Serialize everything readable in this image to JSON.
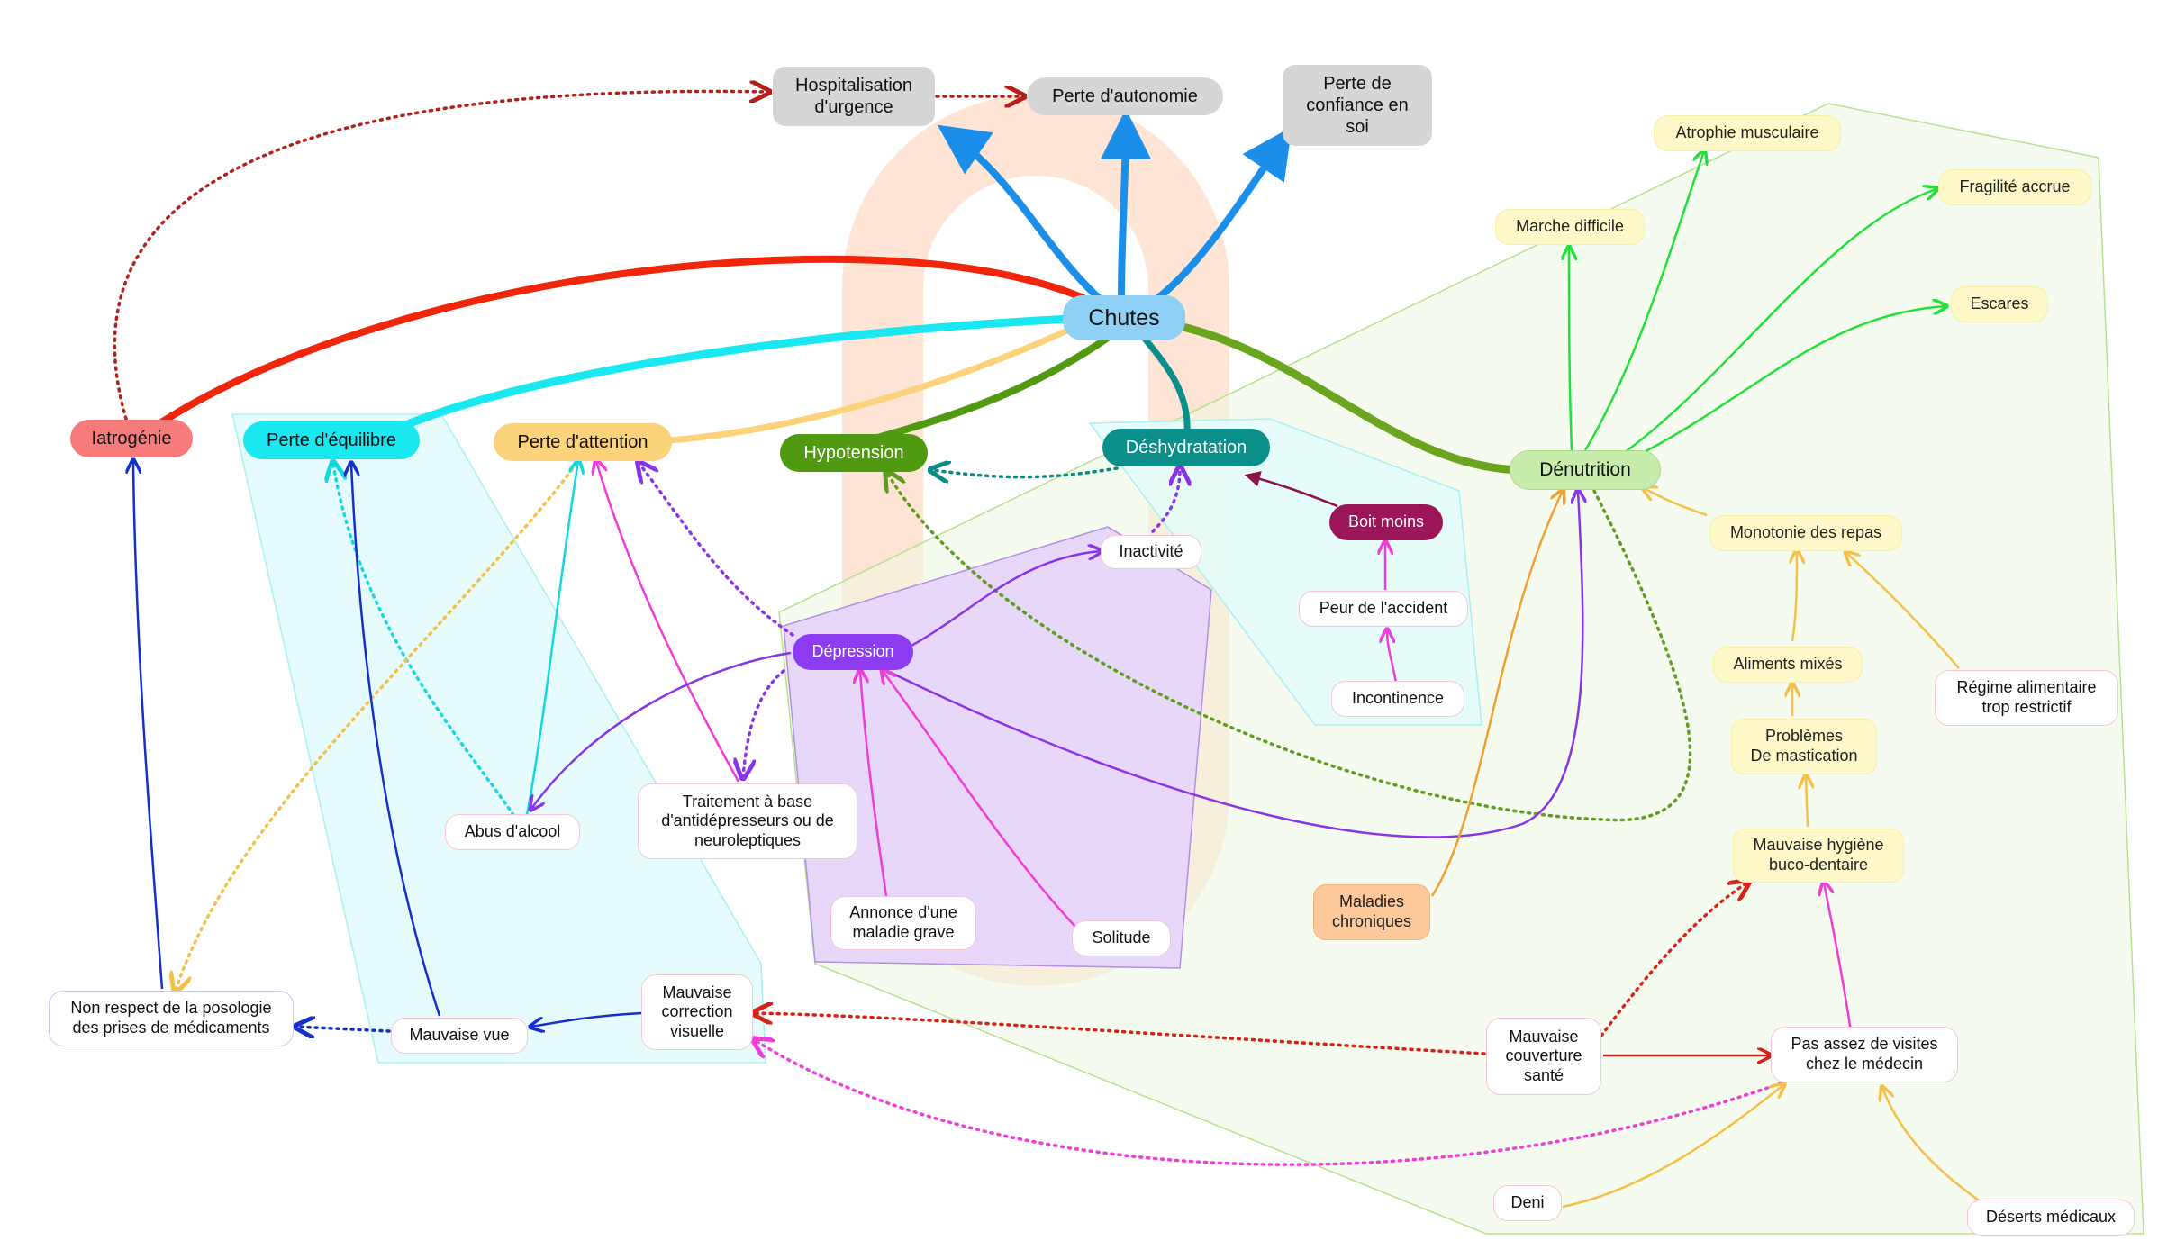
{
  "colors": {
    "chutes": "#8fd0f7",
    "iatrogenie": "#f77b7b",
    "equilibre": "#19e8f0",
    "attention": "#fcd27a",
    "hypotension": "#4f9a10",
    "deshydratation": "#0a8f8a",
    "boit_moins": "#9c1559",
    "depression": "#8d3bf0",
    "denutrition": "#c8ecab",
    "consequence": "#d6d6d6",
    "cream": "#fff8c9",
    "maladies": "#fdc99b"
  },
  "nodes": {
    "chutes": "Chutes",
    "hospitalisation": "Hospitalisation\nd'urgence",
    "perte_autonomie": "Perte d'autonomie",
    "perte_confiance": "Perte de\nconfiance en\nsoi",
    "iatrogenie": "Iatrogénie",
    "perte_equilibre": "Perte d'équilibre",
    "perte_attention": "Perte d'attention",
    "hypotension": "Hypotension",
    "deshydratation": "Déshydratation",
    "denutrition": "Dénutrition",
    "boit_moins": "Boit moins",
    "peur_accident": "Peur de l'accident",
    "incontinence": "Incontinence",
    "inactivite": "Inactivité",
    "depression": "Dépression",
    "abus_alcool": "Abus d'alcool",
    "traitement": "Traitement à base\nd'antidépresseurs ou de\nneuroleptiques",
    "annonce": "Annonce d'une\nmaladie grave",
    "solitude": "Solitude",
    "non_respect": "Non respect de la posologie\ndes prises de médicaments",
    "mauvaise_vue": "Mauvaise vue",
    "mauvaise_correction": "Mauvaise\ncorrection\nvisuelle",
    "maladies_chroniques": "Maladies\nchroniques",
    "mauvaise_couverture": "Mauvaise\ncouverture\nsanté",
    "pas_assez_visites": "Pas assez de visites\nchez le médecin",
    "deni": "Deni",
    "deserts": "Déserts médicaux",
    "marche_difficile": "Marche difficile",
    "atrophie": "Atrophie musculaire",
    "fragilite": "Fragilité accrue",
    "escarres": "Escares",
    "monotonie": "Monotonie des repas",
    "aliments_mixes": "Aliments mixés",
    "problemes_mastication": "Problèmes\nDe mastication",
    "regime": "Régime alimentaire\ntrop restrictif",
    "hygiene": "Mauvaise hygiène\nbuco-dentaire"
  }
}
